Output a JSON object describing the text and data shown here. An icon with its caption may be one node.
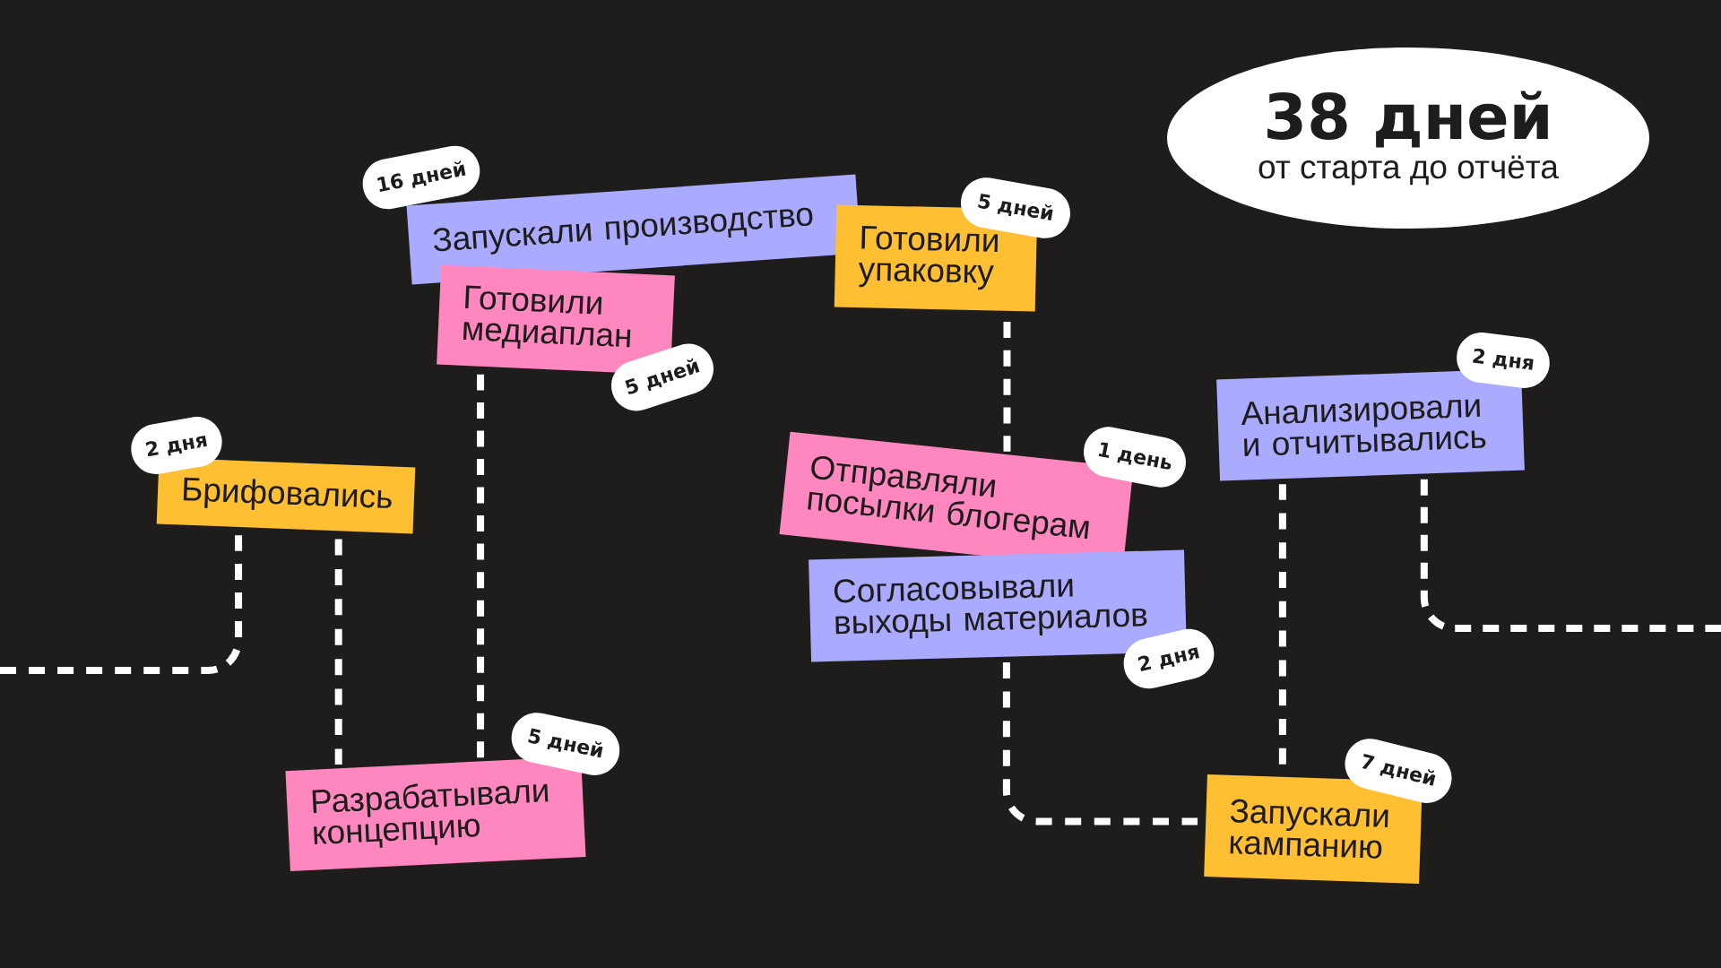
{
  "diagram": {
    "nodes": [
      {
        "text": [
          "38 дней",
          "от старта до отчёта"
        ]
      },
      {
        "text": [
          "Брифовались"
        ],
        "beside": [
          "2 дня"
        ]
      },
      {
        "text": [
          "Разрабатывали концепцию"
        ],
        "beside": [
          "5 дней"
        ]
      },
      {
        "text": [
          "Готовили медиаплан"
        ],
        "beside": [
          "5 дней"
        ]
      },
      {
        "text": [
          "Запускали производство"
        ],
        "beside": [
          "16 дней"
        ]
      },
      {
        "text": [
          "Готовили упаковку"
        ],
        "beside": [
          "5 дней"
        ]
      },
      {
        "text": [
          "Отправляли посылки блогерам"
        ],
        "beside": [
          "1 день"
        ]
      },
      {
        "text": [
          "Согласовывали выходы материалов"
        ],
        "beside": [
          "2 дня"
        ]
      },
      {
        "text": [
          "Запускали кампанию"
        ],
        "beside": [
          "7 дней"
        ]
      },
      {
        "text": [
          "Анализировали и отчитывались"
        ],
        "beside": [
          "2 дня"
        ]
      }
    ],
    "edges": [
      {
        "from": null,
        "to": 1,
        "arrow": "none",
        "style": "dashed"
      },
      {
        "from": 1,
        "to": 2,
        "arrow": "none",
        "style": "dashed"
      },
      {
        "from": 2,
        "to": 3,
        "arrow": "none",
        "style": "dashed"
      },
      {
        "from": 5,
        "to": 6,
        "arrow": "none",
        "style": "dashed"
      },
      {
        "from": 7,
        "to": 8,
        "arrow": "none",
        "style": "dashed"
      },
      {
        "from": 8,
        "to": 9,
        "arrow": "none",
        "style": "dashed"
      },
      {
        "from": 9,
        "to": null,
        "arrow": "none",
        "style": "dashed"
      }
    ]
  }
}
